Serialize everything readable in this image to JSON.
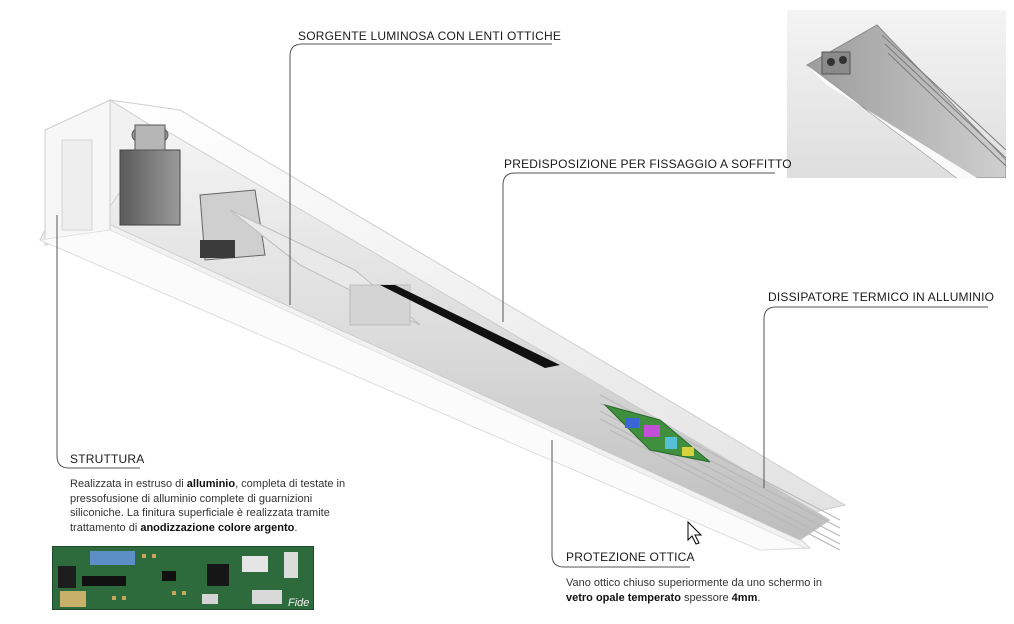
{
  "callouts": {
    "sorgente": "SORGENTE LUMINOSA CON LENTI OTTICHE",
    "predisposizione": "PREDISPOSIZIONE PER FISSAGGIO A SOFFITTO",
    "dissipatore": "DISSIPATORE TERMICO IN ALLUMINIO",
    "struttura": "STRUTTURA",
    "protezione": "PROTEZIONE OTTICA"
  },
  "struttura_desc": {
    "t1": "Realizzata in estruso di ",
    "b1": "alluminio",
    "t2": ", completa di testate in pressofusione di alluminio complete di guarnizioni siliconiche. La finitura superficiale è realizzata tramite trattamento di ",
    "b2": "anodizzazione colore argento",
    "t3": "."
  },
  "protezione_desc": {
    "t1": "Vano ottico chiuso superiormente da uno schermo in ",
    "b1": "vetro opale temperato",
    "t2": " spessore ",
    "b2": "4mm",
    "t3": "."
  },
  "pcb_logo": "Fide",
  "colors": {
    "line": "#555555",
    "aluminium": "#d9dadb",
    "pcb_green": "#2e6b3c"
  }
}
